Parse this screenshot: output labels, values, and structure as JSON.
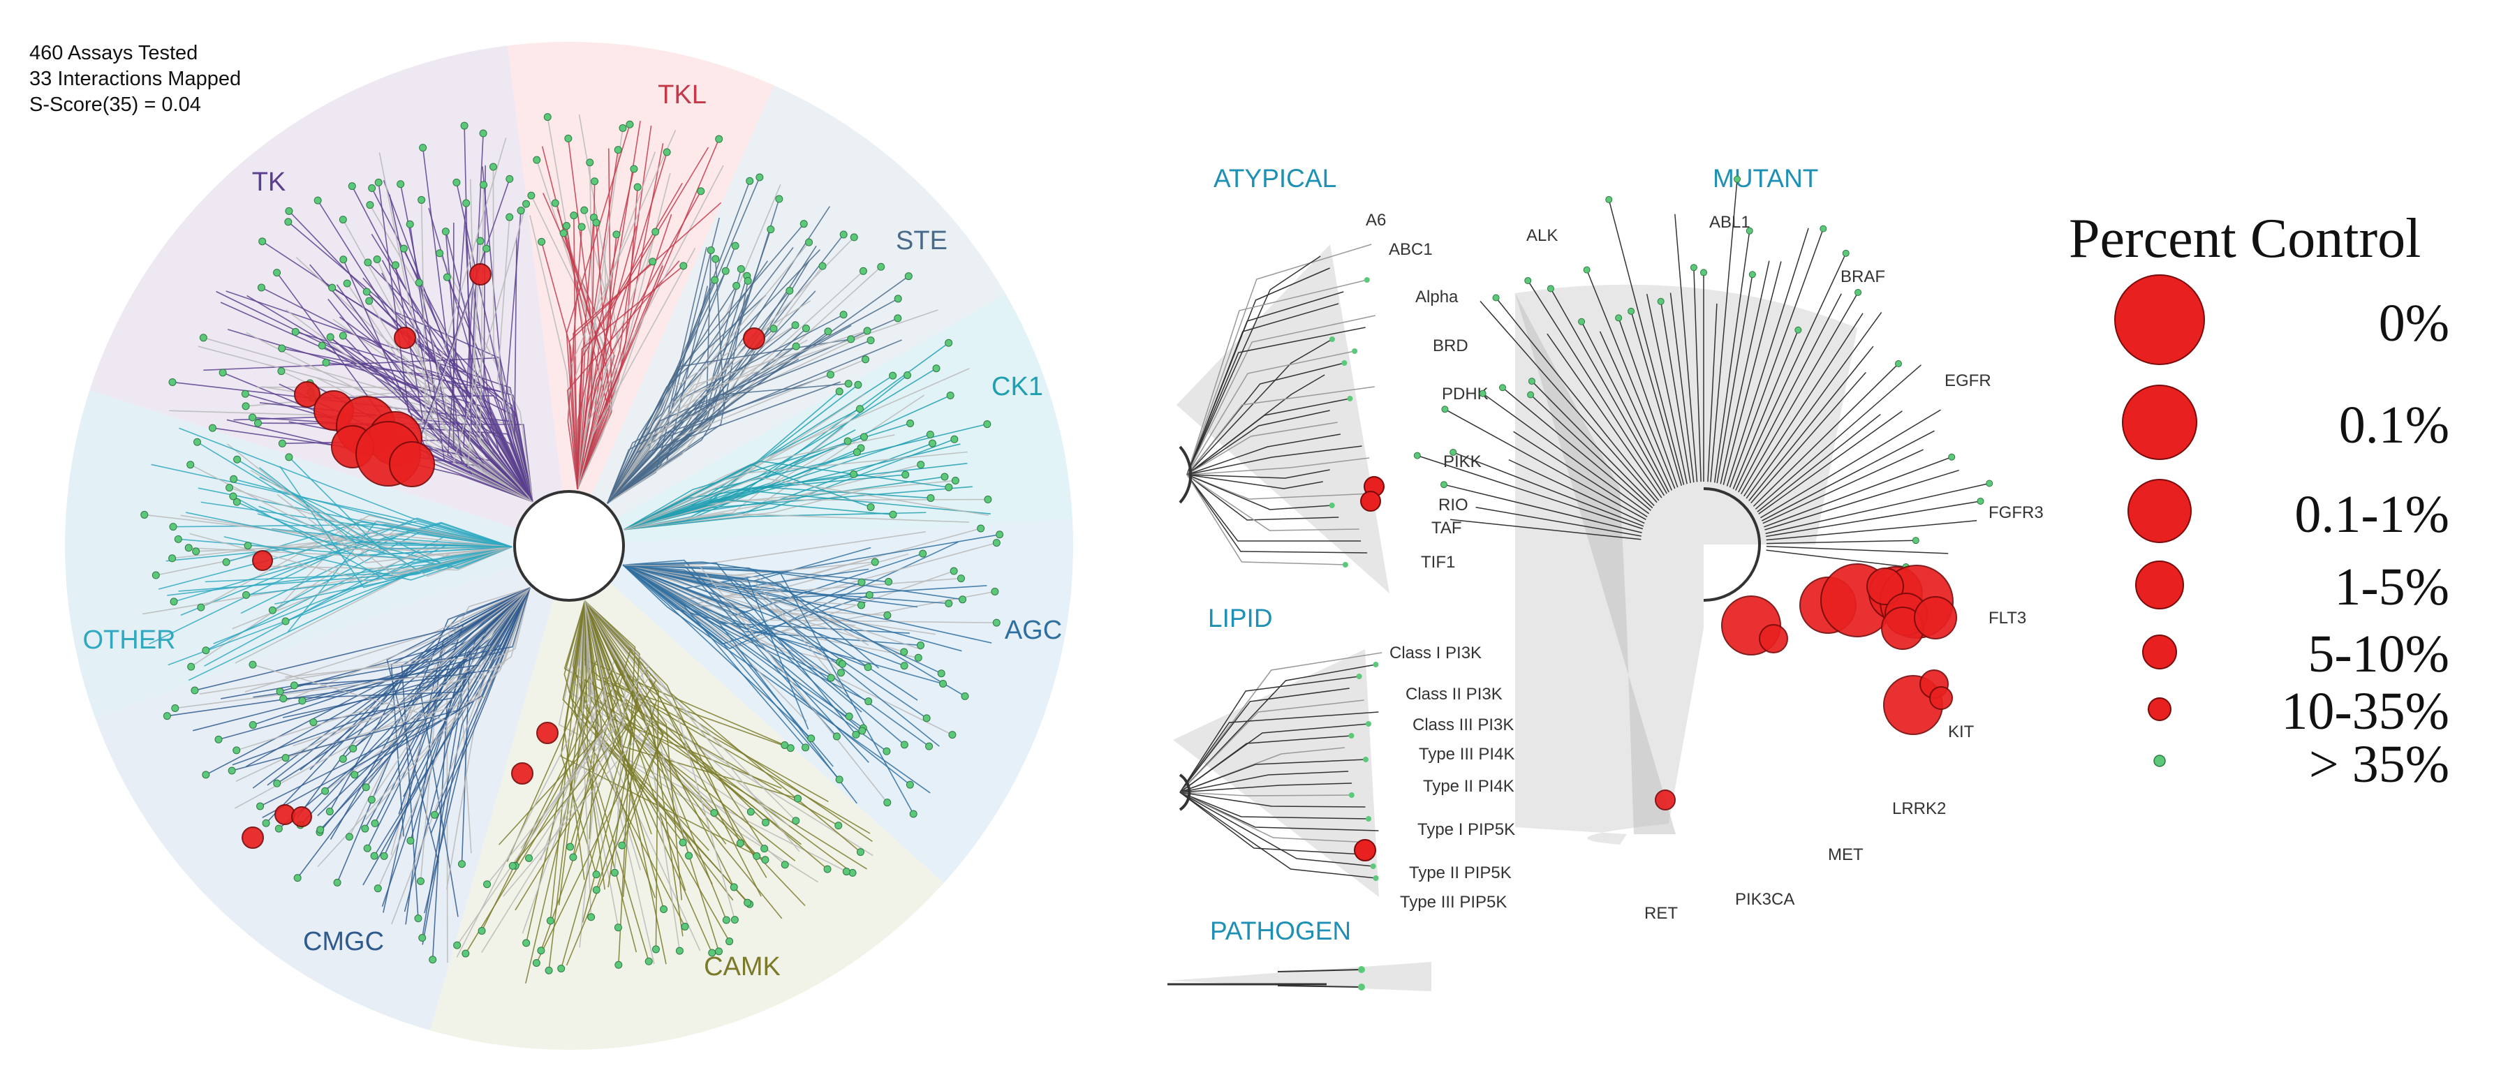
{
  "stats": {
    "assays": "460 Assays Tested",
    "interactions": "33 Interactions Mapped",
    "sscore": "S-Score(35) = 0.04"
  },
  "main_tree": {
    "groups": [
      {
        "id": "tk",
        "label": "TK",
        "color": "#5a3f8e",
        "bg": "#ede8f2",
        "hit": "2 large clusters"
      },
      {
        "id": "tkl",
        "label": "TKL",
        "color": "#c23a4a",
        "bg": "#fde8ea"
      },
      {
        "id": "ste",
        "label": "STE",
        "color": "#4a6a8a",
        "bg": "#eaf0f4"
      },
      {
        "id": "ck1",
        "label": "CK1",
        "color": "#1f9fb0",
        "bg": "#e2f3f7"
      },
      {
        "id": "agc",
        "label": "AGC",
        "color": "#2f6fa0",
        "bg": "#e6f0f8"
      },
      {
        "id": "camk",
        "label": "CAMK",
        "color": "#7a7a2a",
        "bg": "#f2f3e8"
      },
      {
        "id": "cmgc",
        "label": "CMGC",
        "color": "#2f5a8e",
        "bg": "#e8eef6"
      },
      {
        "id": "other",
        "label": "OTHER",
        "color": "#2fa8c0",
        "bg": "#e3f1f7"
      }
    ]
  },
  "atypical": {
    "header": "ATYPICAL",
    "labels": [
      "A6",
      "ABC1",
      "Alpha",
      "BRD",
      "PDHK",
      "PIKK",
      "RIO",
      "TAF",
      "TIF1"
    ]
  },
  "lipid": {
    "header": "LIPID",
    "labels": [
      "Class I PI3K",
      "Class II PI3K",
      "Class III PI3K",
      "Type III PI4K",
      "Type II PI4K",
      "Type I PIP5K",
      "Type II PIP5K",
      "Type III PIP5K"
    ]
  },
  "pathogen": {
    "header": "PATHOGEN"
  },
  "mutant": {
    "header": "MUTANT",
    "labels": [
      "ALK",
      "ABL1",
      "BRAF",
      "EGFR",
      "FGFR3",
      "FLT3",
      "KIT",
      "LRRK2",
      "MET",
      "PIK3CA",
      "RET"
    ]
  },
  "legend": {
    "title": "Percent Control",
    "items": [
      "0%",
      "0.1%",
      "0.1-1%",
      "1-5%",
      "5-10%",
      "10-35%",
      "> 35%"
    ],
    "hit_color": "#e82020",
    "nonhit_color": "#5cc87a"
  },
  "colors": {
    "hit": "#e82020",
    "hit_stroke": "#7a0a0a",
    "node": "#5cc87a",
    "header_blue": "#1e8fb5",
    "branch": "#333333"
  }
}
